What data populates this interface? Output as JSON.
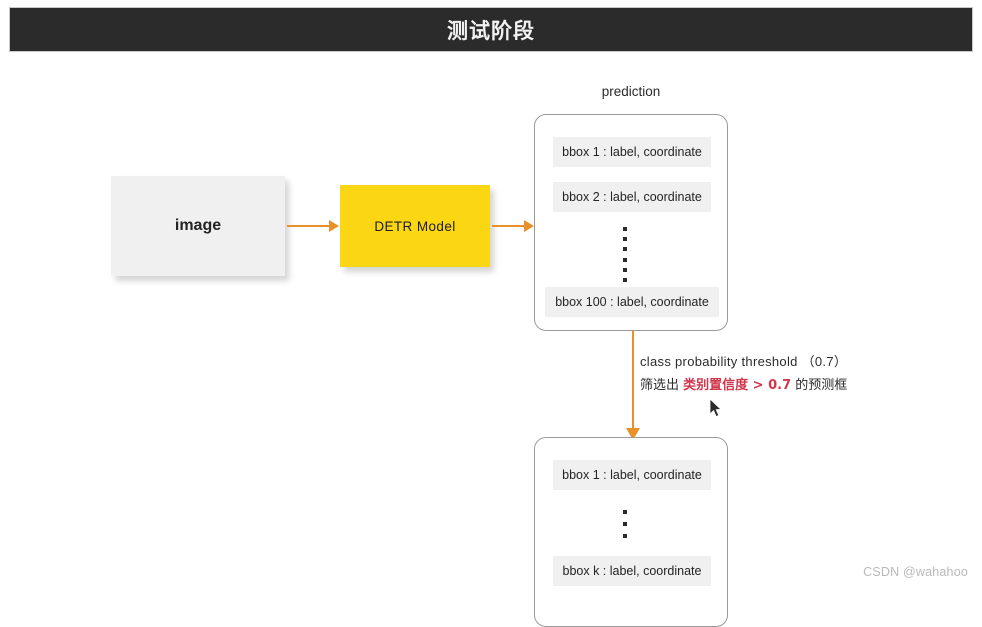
{
  "header": {
    "title": "测试阶段"
  },
  "diagram": {
    "input_box": {
      "label": "image"
    },
    "model_box": {
      "label": "DETR  Model"
    },
    "prediction_caption": "prediction",
    "prediction_box": {
      "rows": [
        "bbox 1 : label, coordinate",
        "bbox 2 : label, coordinate",
        "bbox 100 : label, coordinate"
      ],
      "ellipsis_dot_count": 6
    },
    "filtered_box": {
      "rows": [
        "bbox 1 : label, coordinate",
        "bbox k : label, coordinate"
      ],
      "ellipsis_dot_count": 3
    },
    "threshold_note": {
      "line_en": "class  probability  threshold  （0.7）",
      "line_cn_prefix": "筛选出 ",
      "line_cn_highlight": "类别置信度 > 0.7",
      "line_cn_suffix": " 的预测框",
      "highlight_color": "#d0384e"
    },
    "colors": {
      "arrow": "#e8912a",
      "model_box": "#fbd713",
      "input_box": "#f0f0f0",
      "header_bar": "#2b2b2b"
    }
  },
  "watermark": "CSDN @wahahoo"
}
